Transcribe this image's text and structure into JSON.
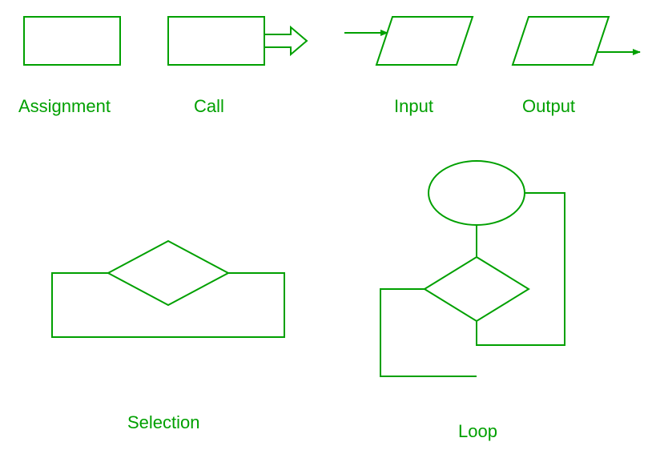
{
  "style": {
    "stroke_color": "#00a000",
    "text_color": "#00a000"
  },
  "labels": {
    "assignment": "Assignment",
    "call": "Call",
    "input": "Input",
    "output": "Output",
    "selection": "Selection",
    "loop": "Loop"
  }
}
